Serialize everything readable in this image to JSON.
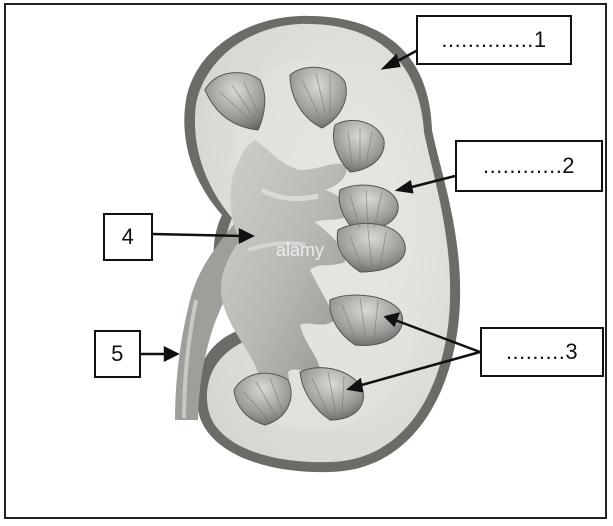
{
  "labels": {
    "l1": "..............1",
    "l2": "............2",
    "l3": ".........3",
    "l4": "4",
    "l5": "5"
  },
  "watermark": "alamy"
}
